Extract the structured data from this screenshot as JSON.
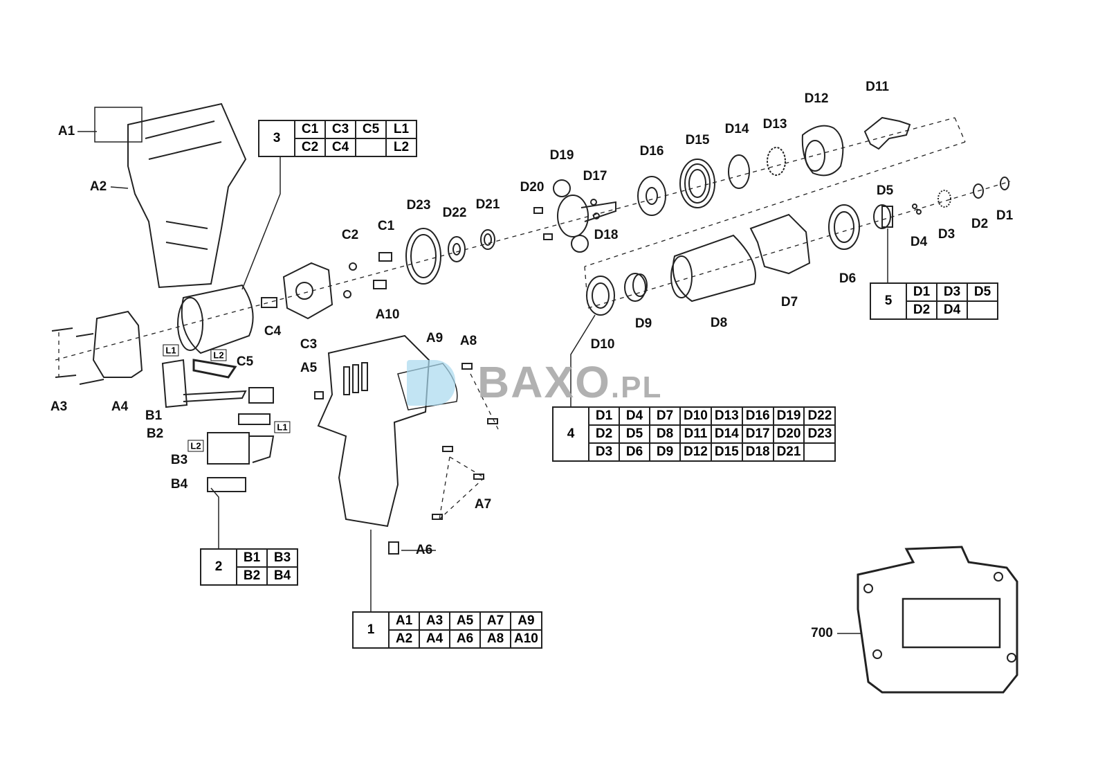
{
  "watermark": {
    "brand": "BAXO",
    "suffix": ".PL",
    "color": "#a9a9a9",
    "accent": "#a8d8ee"
  },
  "labels": {
    "A1": "A1",
    "A2": "A2",
    "A3": "A3",
    "A4": "A4",
    "A5": "A5",
    "A6": "A6",
    "A7": "A7",
    "A8": "A8",
    "A9": "A9",
    "A10": "A10",
    "B1": "B1",
    "B2": "B2",
    "B3": "B3",
    "B4": "B4",
    "C1": "C1",
    "C2": "C2",
    "C3": "C3",
    "C4": "C4",
    "C5": "C5",
    "D1": "D1",
    "D2": "D2",
    "D3": "D3",
    "D4": "D4",
    "D5": "D5",
    "D6": "D6",
    "D7": "D7",
    "D8": "D8",
    "D9": "D9",
    "D10": "D10",
    "D11": "D11",
    "D12": "D12",
    "D13": "D13",
    "D14": "D14",
    "D15": "D15",
    "D16": "D16",
    "D17": "D17",
    "D18": "D18",
    "D19": "D19",
    "D20": "D20",
    "D21": "D21",
    "D22": "D22",
    "D23": "D23",
    "P700": "700",
    "L1a": "L1",
    "L2a": "L2",
    "L1b": "L1",
    "L2b": "L2"
  },
  "kits": {
    "k1": {
      "num": "1",
      "rows": [
        [
          "A1",
          "A3",
          "A5",
          "A7",
          "A9"
        ],
        [
          "A2",
          "A4",
          "A6",
          "A8",
          "A10"
        ]
      ]
    },
    "k2": {
      "num": "2",
      "rows": [
        [
          "B1",
          "B3"
        ],
        [
          "B2",
          "B4"
        ]
      ]
    },
    "k3": {
      "num": "3",
      "rows": [
        [
          "C1",
          "C3",
          "C5",
          "L1"
        ],
        [
          "C2",
          "C4",
          "",
          "L2"
        ]
      ]
    },
    "k4": {
      "num": "4",
      "rows": [
        [
          "D1",
          "D4",
          "D7",
          "D10",
          "D13",
          "D16",
          "D19",
          "D22"
        ],
        [
          "D2",
          "D5",
          "D8",
          "D11",
          "D14",
          "D17",
          "D20",
          "D23"
        ],
        [
          "D3",
          "D6",
          "D9",
          "D12",
          "D15",
          "D18",
          "D21",
          ""
        ]
      ]
    },
    "k5": {
      "num": "5",
      "rows": [
        [
          "D1",
          "D3",
          "D5"
        ],
        [
          "D2",
          "D4",
          ""
        ]
      ]
    }
  }
}
